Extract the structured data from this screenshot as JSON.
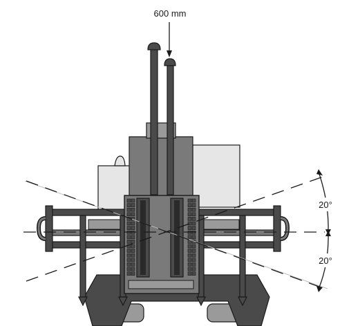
{
  "annotations": {
    "extension": "600 mm",
    "tilt_up": "20°",
    "tilt_down": "20°"
  },
  "colors": {
    "outline": "#1a1a1a",
    "dark": "#4a4a4a",
    "mid": "#7a7a7a",
    "mid_light": "#9a9a9a",
    "light": "#d8d8d8",
    "lighter": "#e6e6e6",
    "guide_line": "#bdbdbd"
  }
}
